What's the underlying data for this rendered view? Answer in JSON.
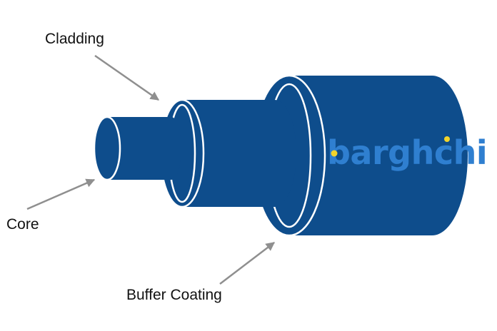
{
  "labels": {
    "cladding": "Cladding",
    "core": "Core",
    "buffer": "Buffer Coating"
  },
  "logo": {
    "text": "barghchi",
    "text_color": "#2f7fd0",
    "dot_color": "#f2d42b"
  },
  "colors": {
    "fiber_body": "#0e4d8c",
    "fiber_outline": "#ffffff",
    "arrow": "#8f8f8f",
    "background": "#ffffff"
  }
}
